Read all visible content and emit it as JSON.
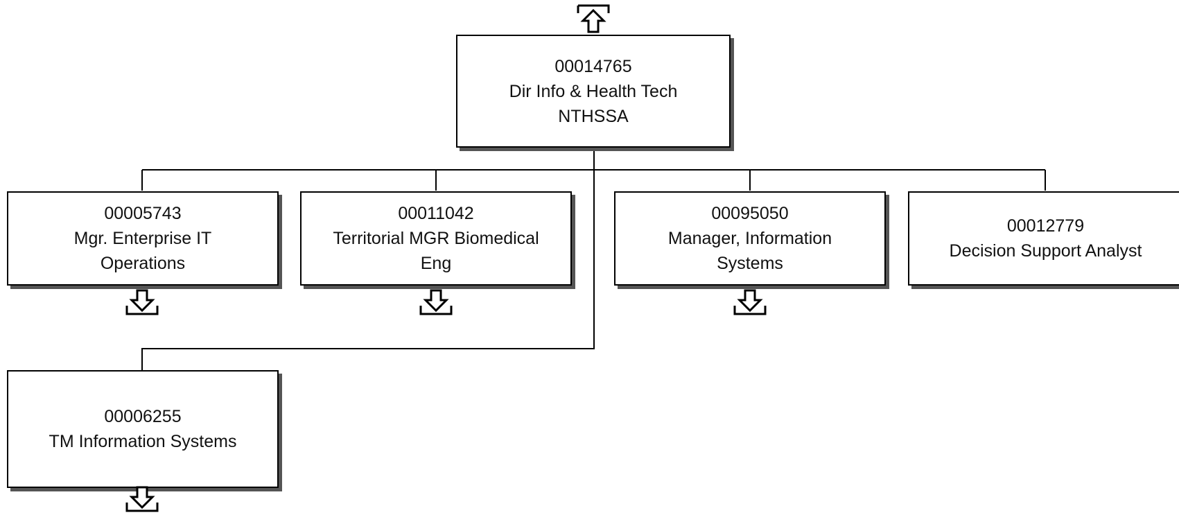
{
  "chart": {
    "root": {
      "id": "00014765",
      "lines": [
        "Dir Info & Health Tech",
        "NTHSSA"
      ],
      "nav_icon": "arrow-up-icon"
    },
    "children": [
      {
        "id": "00005743",
        "lines": [
          "Mgr. Enterprise IT",
          "Operations"
        ],
        "nav_icon": "arrow-down-icon"
      },
      {
        "id": "00011042",
        "lines": [
          "Territorial MGR Biomedical",
          "Eng"
        ],
        "nav_icon": "arrow-down-icon"
      },
      {
        "id": "00095050",
        "lines": [
          "Manager, Information",
          "Systems"
        ],
        "nav_icon": "arrow-down-icon"
      },
      {
        "id": "00012779",
        "lines": [
          "Decision Support Analyst"
        ]
      },
      {
        "id": "00006255",
        "lines": [
          "TM Information Systems"
        ],
        "nav_icon": "arrow-down-icon"
      }
    ]
  },
  "colors": {
    "border": "#000000",
    "shadow": "#555555",
    "text": "#111111",
    "background": "#ffffff"
  }
}
